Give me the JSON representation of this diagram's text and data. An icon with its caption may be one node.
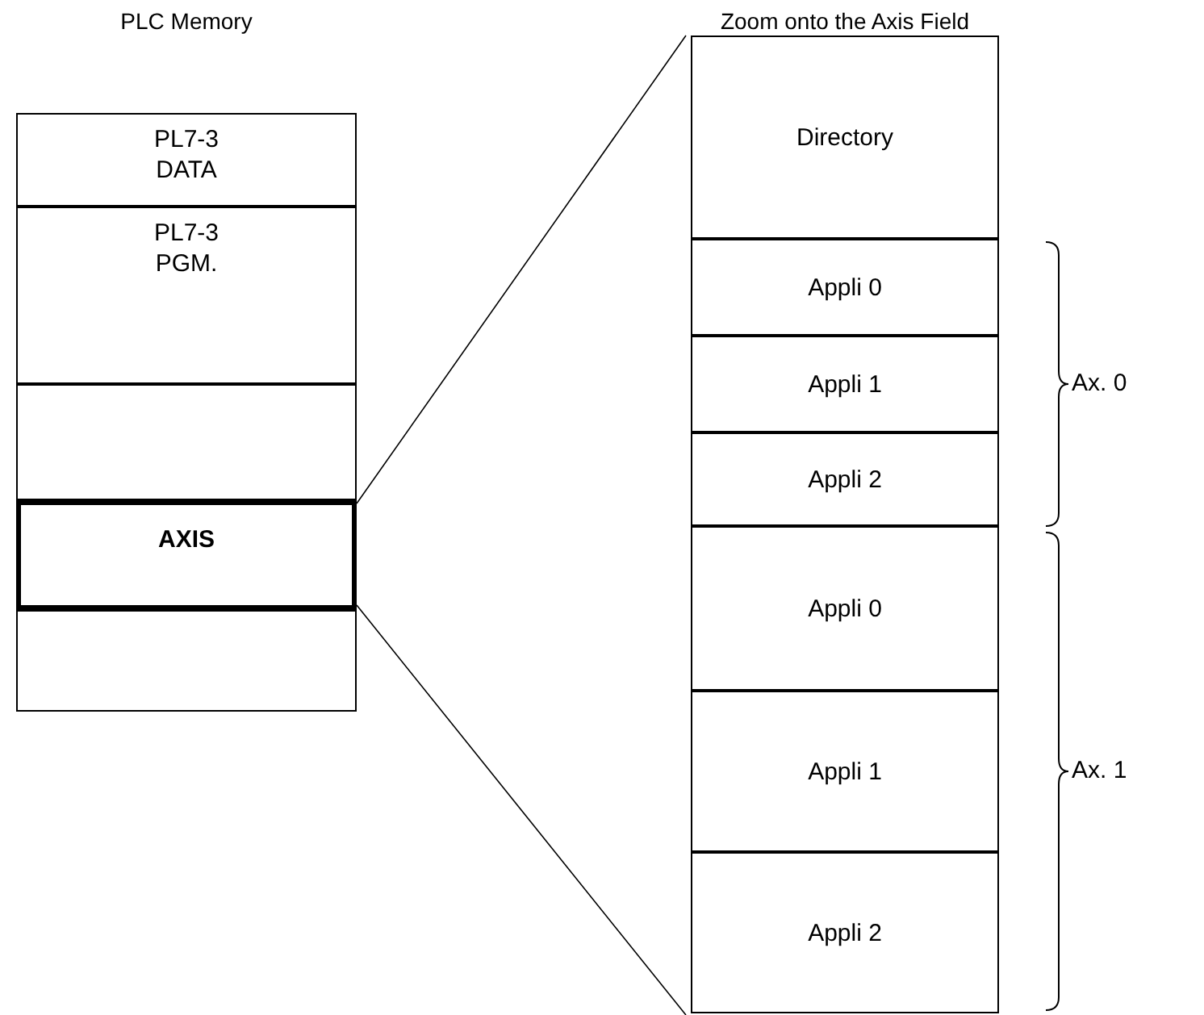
{
  "diagram": {
    "nodes": [
      {
        "text": [
          "PLC Memory"
        ]
      },
      {
        "text": [
          "PL7-3 DATA"
        ],
        "in": 0
      },
      {
        "text": [
          "PL7-3 PGM."
        ],
        "in": 0
      },
      {
        "text": [],
        "shape": "box",
        "in": 0
      },
      {
        "text": [
          "AXIS"
        ],
        "in": 0
      },
      {
        "text": [],
        "shape": "box",
        "in": 0
      },
      {
        "text": [
          "Zoom onto the Axis Field"
        ]
      },
      {
        "text": [
          "Directory"
        ],
        "in": 6
      },
      {
        "text": [
          "Appli 0"
        ],
        "in": 6
      },
      {
        "text": [
          "Appli 1"
        ],
        "in": 6
      },
      {
        "text": [
          "Appli 2"
        ],
        "in": 6
      },
      {
        "text": [
          "Appli 0"
        ],
        "in": 6
      },
      {
        "text": [
          "Appli 1"
        ],
        "in": 6
      },
      {
        "text": [
          "Appli 2"
        ],
        "in": 6
      }
    ],
    "edges": [
      {
        "from": 4,
        "to": 6,
        "arrow": "none"
      }
    ],
    "labels": [
      "Ax. 0",
      "Ax. 1"
    ]
  }
}
